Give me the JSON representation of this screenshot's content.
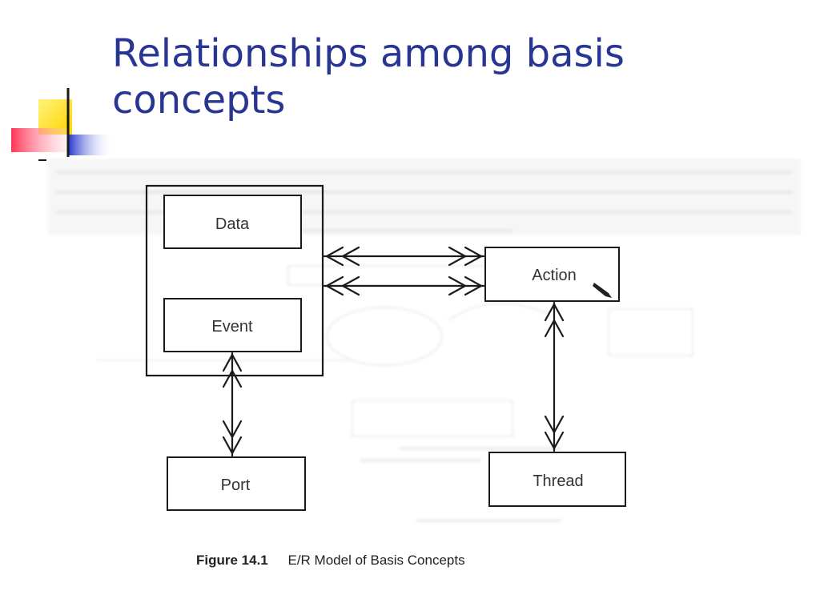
{
  "slide": {
    "title_line1": "Relationships among basis",
    "title_line2": "concepts"
  },
  "figure": {
    "nodes": {
      "data": "Data",
      "event": "Event",
      "action": "Action",
      "port": "Port",
      "thread": "Thread"
    },
    "caption_number": "Figure 14.1",
    "caption_text": "E/R Model of Basis Concepts"
  },
  "colors": {
    "title": "#283593",
    "deco_yellow": "#FFE000",
    "deco_blue": "#3F4FD8",
    "deco_red": "#FF5A6E"
  }
}
